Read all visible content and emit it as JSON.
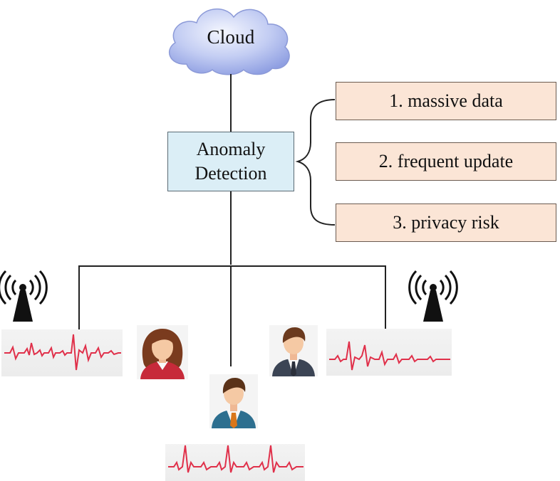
{
  "cloud": {
    "label": "Cloud"
  },
  "anomaly_detection": {
    "line1": "Anomaly",
    "line2": "Detection"
  },
  "issues": [
    {
      "label": "1. massive data"
    },
    {
      "label": "2. frequent update"
    },
    {
      "label": "3. privacy risk"
    }
  ],
  "colors": {
    "cloud_fill": "#c3cdf3",
    "detection_fill": "#dbeef6",
    "issue_fill": "#fbe5d6",
    "ecg_line": "#e0304a",
    "connector": "#222222"
  },
  "icons": [
    "cloud-icon",
    "antenna-icon",
    "woman-avatar-icon",
    "man-avatar-icon",
    "ecg-waveform-icon"
  ]
}
